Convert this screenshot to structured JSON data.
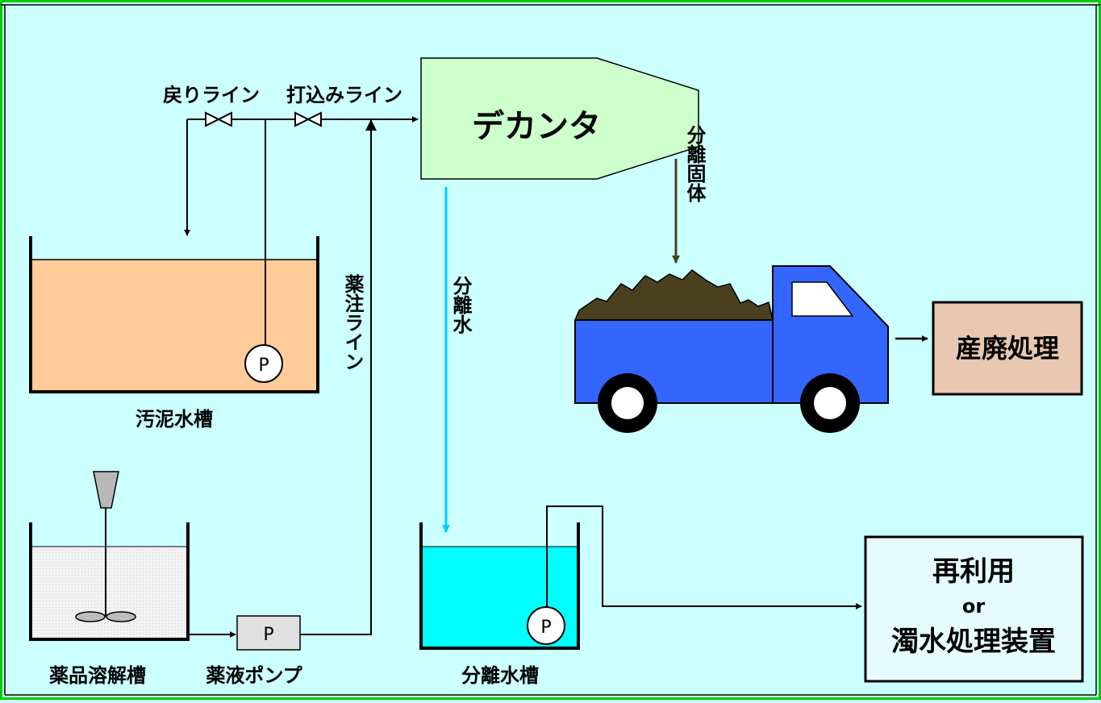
{
  "labels": {
    "return_line": "戻りライン",
    "feed_line": "打込みライン",
    "decanter": "デカンタ",
    "separated_solid": "分離固体",
    "sludge_tank": "汚泥水槽",
    "chem_line": "薬注ライン",
    "separated_water_flow": "分離水",
    "chem_tank": "薬品溶解槽",
    "chem_pump": "薬液ポンプ",
    "sep_water_tank": "分離水槽",
    "industrial_waste": "産廃処理",
    "reuse": "再利用",
    "or": "or",
    "turbid_water_treatment": "濁水処理装置",
    "pump_symbol": "P"
  },
  "colors": {
    "background": "#ccffff",
    "frame_green": "#00cc00",
    "sludge": "#ffcc99",
    "decanter_fill": "#ccffcc",
    "separated_water_line": "#00ccff",
    "separated_water": "#00ffff",
    "truck": "#3366ff",
    "soil": "#4a4020",
    "waste_box": "#e8c8b0",
    "reuse_box": "#e6fcfc",
    "solid_arrow": "#4a4020"
  },
  "icons": {
    "valve": "gate-valve-icon",
    "pump": "pump-icon",
    "agitator": "agitator-icon",
    "truck": "dump-truck-icon"
  }
}
